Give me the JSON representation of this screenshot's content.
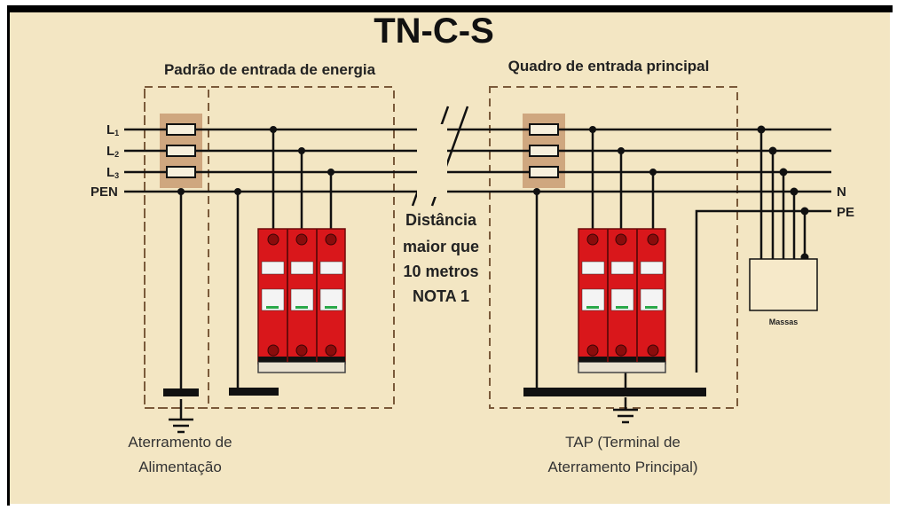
{
  "title": "TN-C-S",
  "panel_left_label": "Padrão de entrada de energia",
  "panel_right_label": "Quadro de entrada principal",
  "conductors": {
    "l1": "L",
    "l1_sub": "1",
    "l2": "L",
    "l2_sub": "2",
    "l3": "L",
    "l3_sub": "3",
    "pen": "PEN",
    "n": "N",
    "pe": "PE"
  },
  "distance_note": [
    "Distância",
    "maior que",
    "10 metros",
    "NOTA 1"
  ],
  "masses_label": "Massas",
  "ground_left_caption": [
    "Aterramento de",
    "Alimentação"
  ],
  "ground_right_caption": [
    "TAP (Terminal de",
    "Aterramento Principal)"
  ],
  "colors": {
    "background": "#f3e6c3",
    "wire": "#111111",
    "box_border": "#7a5a3a",
    "fuse_holder": "#cfa77f",
    "spd_red": "#d9171b",
    "masses_box": "#f6e9c9"
  }
}
